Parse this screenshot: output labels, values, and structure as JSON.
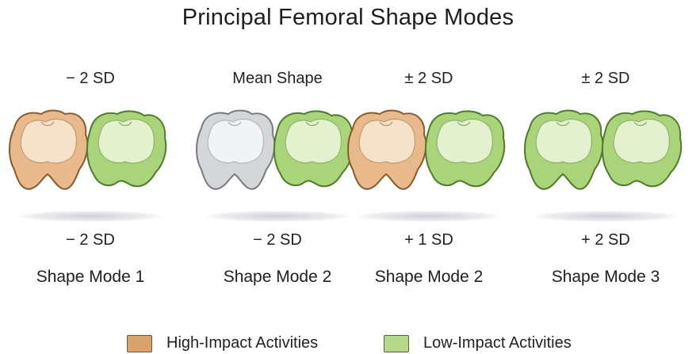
{
  "title": "Principal Femoral Shape Modes",
  "columns": [
    {
      "top_label": "− 2 SD",
      "bottom_sd": "− 2 SD",
      "mode": "Shape Mode 1",
      "bones": [
        "high",
        "low"
      ]
    },
    {
      "top_label": "Mean Shape",
      "bottom_sd": "− 2 SD",
      "mode": "Shape Mode 2",
      "bones": [
        "mean",
        "low"
      ]
    },
    {
      "top_label": "± 2 SD",
      "bottom_sd": "+ 1 SD",
      "mode": "Shape Mode 2",
      "bones": [
        "high",
        "low"
      ]
    },
    {
      "top_label": "± 2 SD",
      "bottom_sd": "+ 2 SD",
      "mode": "Shape Mode 3",
      "bones": [
        "low",
        "low"
      ]
    }
  ],
  "legend": [
    {
      "label": "High-Impact Activities",
      "color": "#d9a36a"
    },
    {
      "label": "Low-Impact Activities",
      "color": "#b5d98a"
    }
  ],
  "colors": {
    "high_fill": "#e8b98a",
    "high_light": "#f5e2c8",
    "high_edge": "#8a5a2e",
    "low_fill": "#a9d47a",
    "low_light": "#e3f1cf",
    "low_edge": "#4f7a2c",
    "mean_fill": "#d4d6da",
    "mean_light": "#f2f3f5",
    "mean_edge": "#777b82"
  }
}
